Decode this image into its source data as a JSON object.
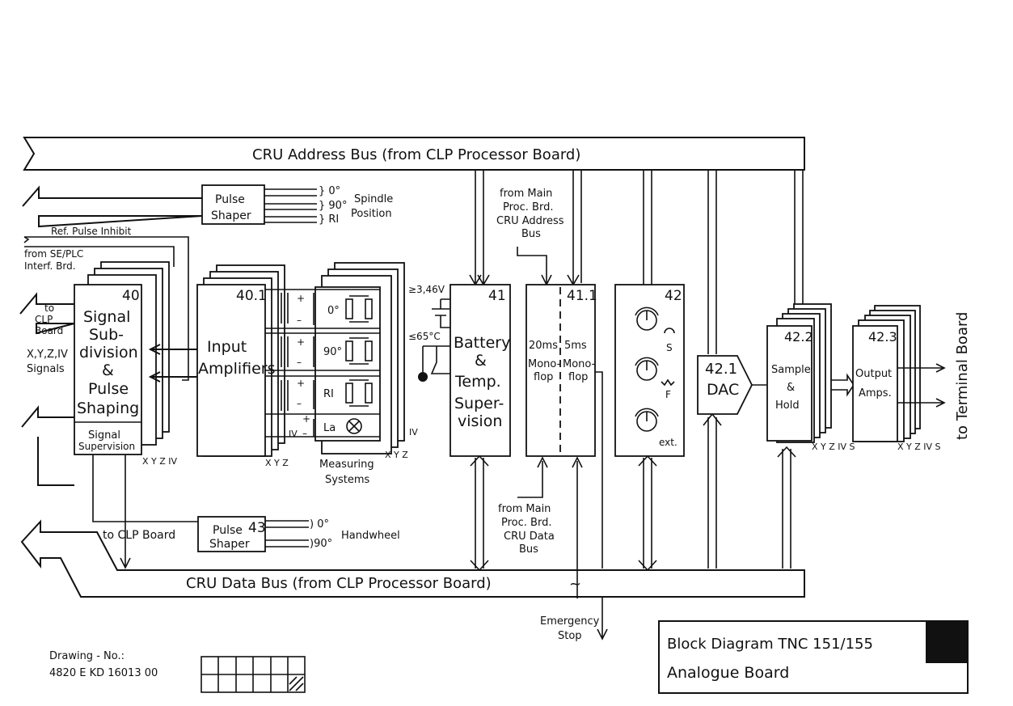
{
  "buses": {
    "address": "CRU Address Bus (from CLP Processor Board)",
    "data": "CRU Data Bus (from CLP Processor Board)"
  },
  "spindle": {
    "shaper_line1": "Pulse",
    "shaper_line2": "Shaper",
    "sig_0": "} 0°",
    "sig_90": "} 90°",
    "sig_ri": "} RI",
    "label_line1": "Spindle",
    "label_line2": "Position"
  },
  "ref_pulse_inhibit": "Ref. Pulse Inhibit",
  "from_se_plc": {
    "line1": "from SE/PLC",
    "line2": "Interf. Brd."
  },
  "to_clp_left": {
    "line1": "to",
    "line2": "CLP",
    "line3": "Board"
  },
  "xyz_signals": {
    "line1": "X,Y,Z,IV",
    "line2": "Signals"
  },
  "block40": {
    "number": "40",
    "line1": "Signal",
    "line2": "Sub-",
    "line3": "division",
    "line4": "&",
    "line5": "Pulse",
    "line6": "Shaping",
    "sup1": "Signal",
    "sup2": "Supervision",
    "axes": "X Y Z IV"
  },
  "block40_1": {
    "number": "40.1",
    "line1": "Input",
    "line2": "Amplifiers",
    "axes": "X Y Z"
  },
  "measuring": {
    "line1": "Measuring",
    "line2": "Systems",
    "ch_0": "0°",
    "ch_90": "90°",
    "ch_ri": "RI",
    "ch_la": "La",
    "plus": "+",
    "minus": "–",
    "iv": "IV",
    "axes": "X Y Z"
  },
  "battery": {
    "voltage": "≥3,46V",
    "temp": "≤65°C"
  },
  "block41": {
    "number": "41",
    "line1": "Battery",
    "line2": "&",
    "line3": "Temp.",
    "line4": "Super-",
    "line5": "vision"
  },
  "from_main_addr": {
    "line1": "from Main",
    "line2": "Proc. Brd.",
    "line3": "CRU Address",
    "line4": "Bus"
  },
  "block41_1": {
    "number": "41.1",
    "t1": "20ms",
    "t2": "5ms",
    "mono_a1": "Mono-",
    "mono_a2": "flop",
    "mono_b1": "Mono-",
    "mono_b2": "flop"
  },
  "from_main_data": {
    "line1": "from Main",
    "line2": "Proc. Brd.",
    "line3": "CRU Data",
    "line4": "Bus"
  },
  "block42": {
    "number": "42",
    "s": "S",
    "f": "F",
    "ext": "ext."
  },
  "block42_1": {
    "number": "42.1",
    "label": "DAC"
  },
  "block42_2": {
    "number": "42.2",
    "line1": "Sample",
    "line2": "&",
    "line3": "Hold",
    "axes": "X Y Z IV S"
  },
  "block42_3": {
    "number": "42.3",
    "line1": "Output",
    "line2": "Amps.",
    "axes": "X Y Z IV S"
  },
  "to_terminal": "to Terminal Board",
  "block43": {
    "number": "43",
    "line1": "Pulse",
    "line2": "Shaper",
    "sig_0": ") 0°",
    "sig_90": ")90°",
    "label": "Handwheel"
  },
  "to_clp_bottom": "to CLP Board",
  "tilde": "~",
  "emergency": {
    "line1": "Emergency",
    "line2": "Stop"
  },
  "drawing_no": {
    "label": "Drawing - No.:",
    "value": "4820 E KD 16013 00"
  },
  "title_block": {
    "line1": "Block Diagram TNC 151/155",
    "line2": "Analogue Board"
  }
}
